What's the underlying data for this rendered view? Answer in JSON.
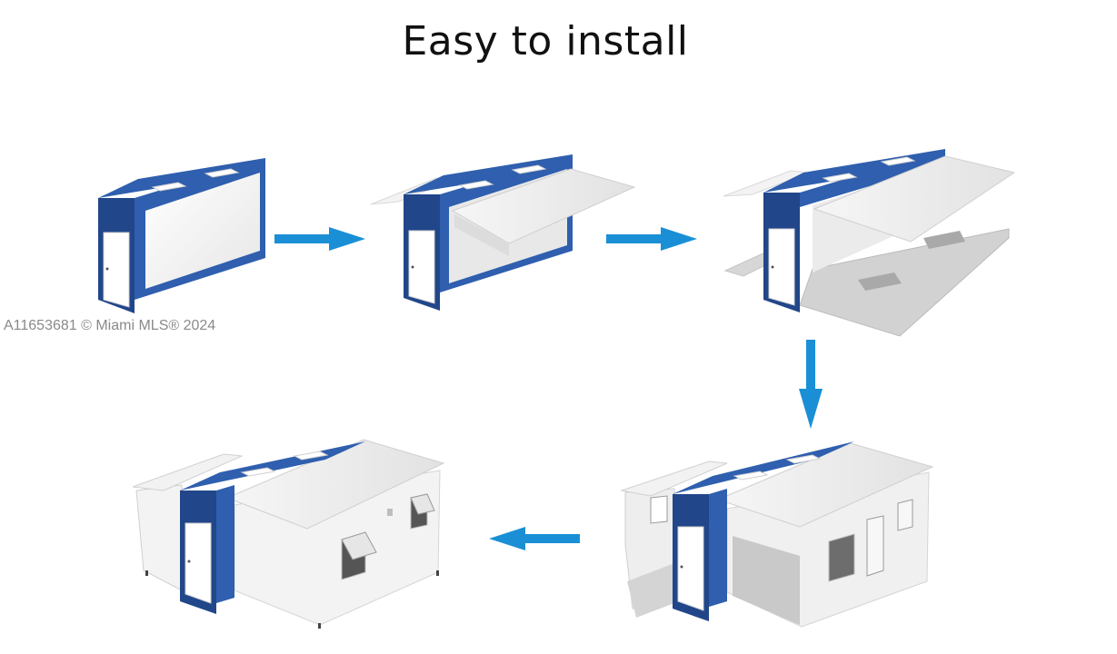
{
  "header": {
    "title": "Easy to install"
  },
  "watermark": {
    "text": "A11653681 © Miami MLS® 2024"
  },
  "colors": {
    "container_blue": "#2f5fae",
    "container_blue_dark": "#21468a",
    "panel_white": "#f4f4f4",
    "panel_shade": "#dcdcdc",
    "arrow_blue": "#1a8fd6"
  },
  "steps": [
    {
      "id": 1,
      "name": "closed-container"
    },
    {
      "id": 2,
      "name": "roof-unfolding"
    },
    {
      "id": 3,
      "name": "roof-and-floor-unfolded"
    },
    {
      "id": 4,
      "name": "walls-partially-raised"
    },
    {
      "id": 5,
      "name": "fully-expanded-house"
    }
  ],
  "arrows": [
    {
      "from": 1,
      "to": 2,
      "direction": "right"
    },
    {
      "from": 2,
      "to": 3,
      "direction": "right"
    },
    {
      "from": 3,
      "to": 4,
      "direction": "down"
    },
    {
      "from": 4,
      "to": 5,
      "direction": "left"
    }
  ]
}
